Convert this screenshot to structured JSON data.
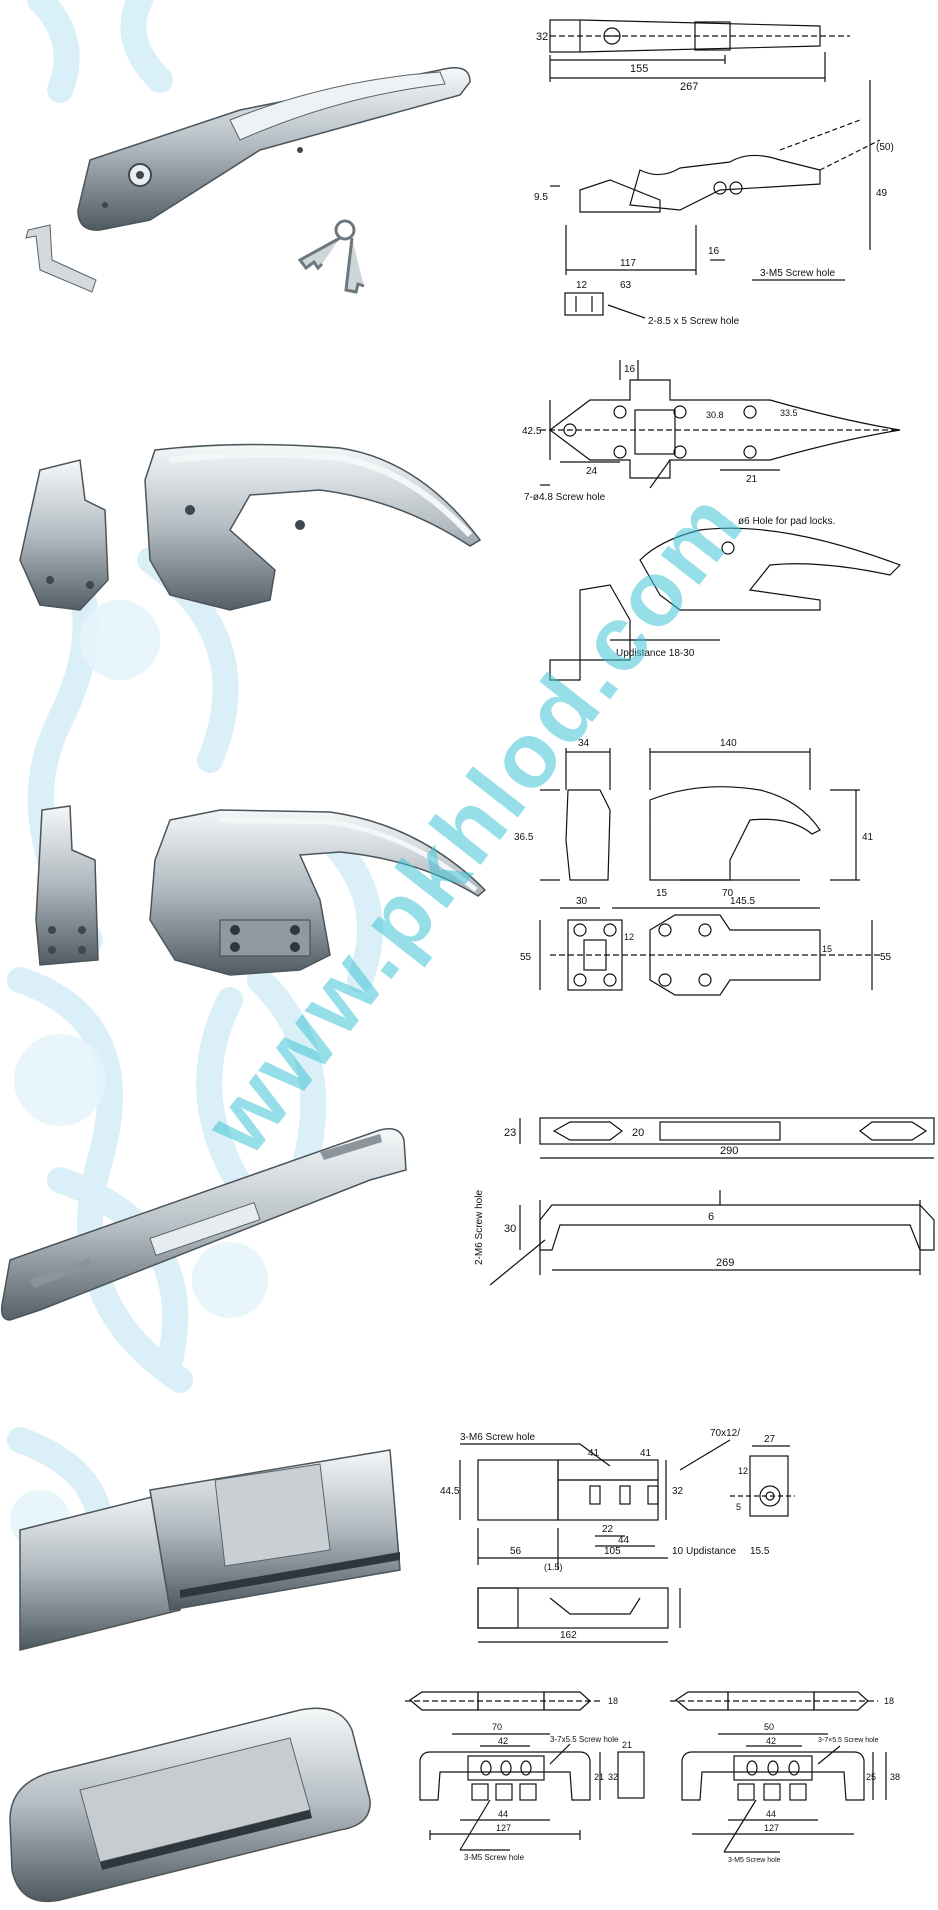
{
  "watermark": "www.pkhlod.com",
  "colors": {
    "background": "#ffffff",
    "snowflake": "#d6eef7",
    "watermark": "#3fc3d6",
    "chrome_dark": "#5e6870",
    "chrome_mid": "#a9b2b8",
    "chrome_light": "#eef2f4",
    "line": "#111111"
  },
  "items": [
    {
      "name": "lock-handle-with-key",
      "labels": {
        "d1": "32",
        "d2": "155",
        "d3": "267",
        "d4": "9.5",
        "d5": "117",
        "d6": "16",
        "d7": "12",
        "d8": "63",
        "d9": "49",
        "d10": "(50)",
        "n1": "3-M5 Screw hole",
        "n2": "2-8.5 x 5 Screw hole"
      }
    },
    {
      "name": "curved-latch-handle",
      "labels": {
        "d1": "16",
        "d2": "42.5",
        "d3": "30.8",
        "d4": "33.5",
        "d5": "24",
        "d6": "21",
        "n1": "7-ø4.8 Screw hole",
        "n2": "ø6 Hole for pad locks.",
        "n3": "Updistance 18-30"
      }
    },
    {
      "name": "cam-latch-handle",
      "labels": {
        "d1": "34",
        "d2": "140",
        "d3": "36.5",
        "d4": "41",
        "d5": "15",
        "d6": "70",
        "d7": "30",
        "d8": "145.5",
        "d9": "55",
        "d10": "12",
        "d11": "15",
        "d12": "55"
      }
    },
    {
      "name": "pull-bar-handle",
      "labels": {
        "d1": "23",
        "d2": "20",
        "d3": "290",
        "d4": "30",
        "d5": "6",
        "d6": "269",
        "n1": "2-M6 Screw hole"
      }
    },
    {
      "name": "box-latch",
      "labels": {
        "n1": "3-M6 Screw hole",
        "d1": "70x12/",
        "d2": "41",
        "d3": "41",
        "d4": "44.5",
        "d5": "32",
        "d6": "22",
        "d7": "44",
        "d8": "56",
        "d9": "105",
        "d10": "(1.5)",
        "d11": "10",
        "n2": "Updistance",
        "d12": "15.5",
        "d13": "27",
        "d14": "12",
        "d15": "5",
        "d16": "162"
      }
    },
    {
      "name": "flush-hinge-handle",
      "labels": {
        "a1": "18",
        "a2": "70",
        "a3": "42",
        "n1": "3-7x5.5 Screw hole",
        "a4": "21",
        "a5": "21",
        "a6": "32",
        "a7": "44",
        "a8": "127",
        "n2": "3-M5 Screw hole",
        "b1": "18",
        "b2": "50",
        "b3": "42",
        "n3": "3-7×5.5 Screw hole",
        "b4": "25",
        "b5": "38",
        "b6": "44",
        "b7": "127",
        "n4": "3-M5 Screw hole"
      }
    }
  ]
}
